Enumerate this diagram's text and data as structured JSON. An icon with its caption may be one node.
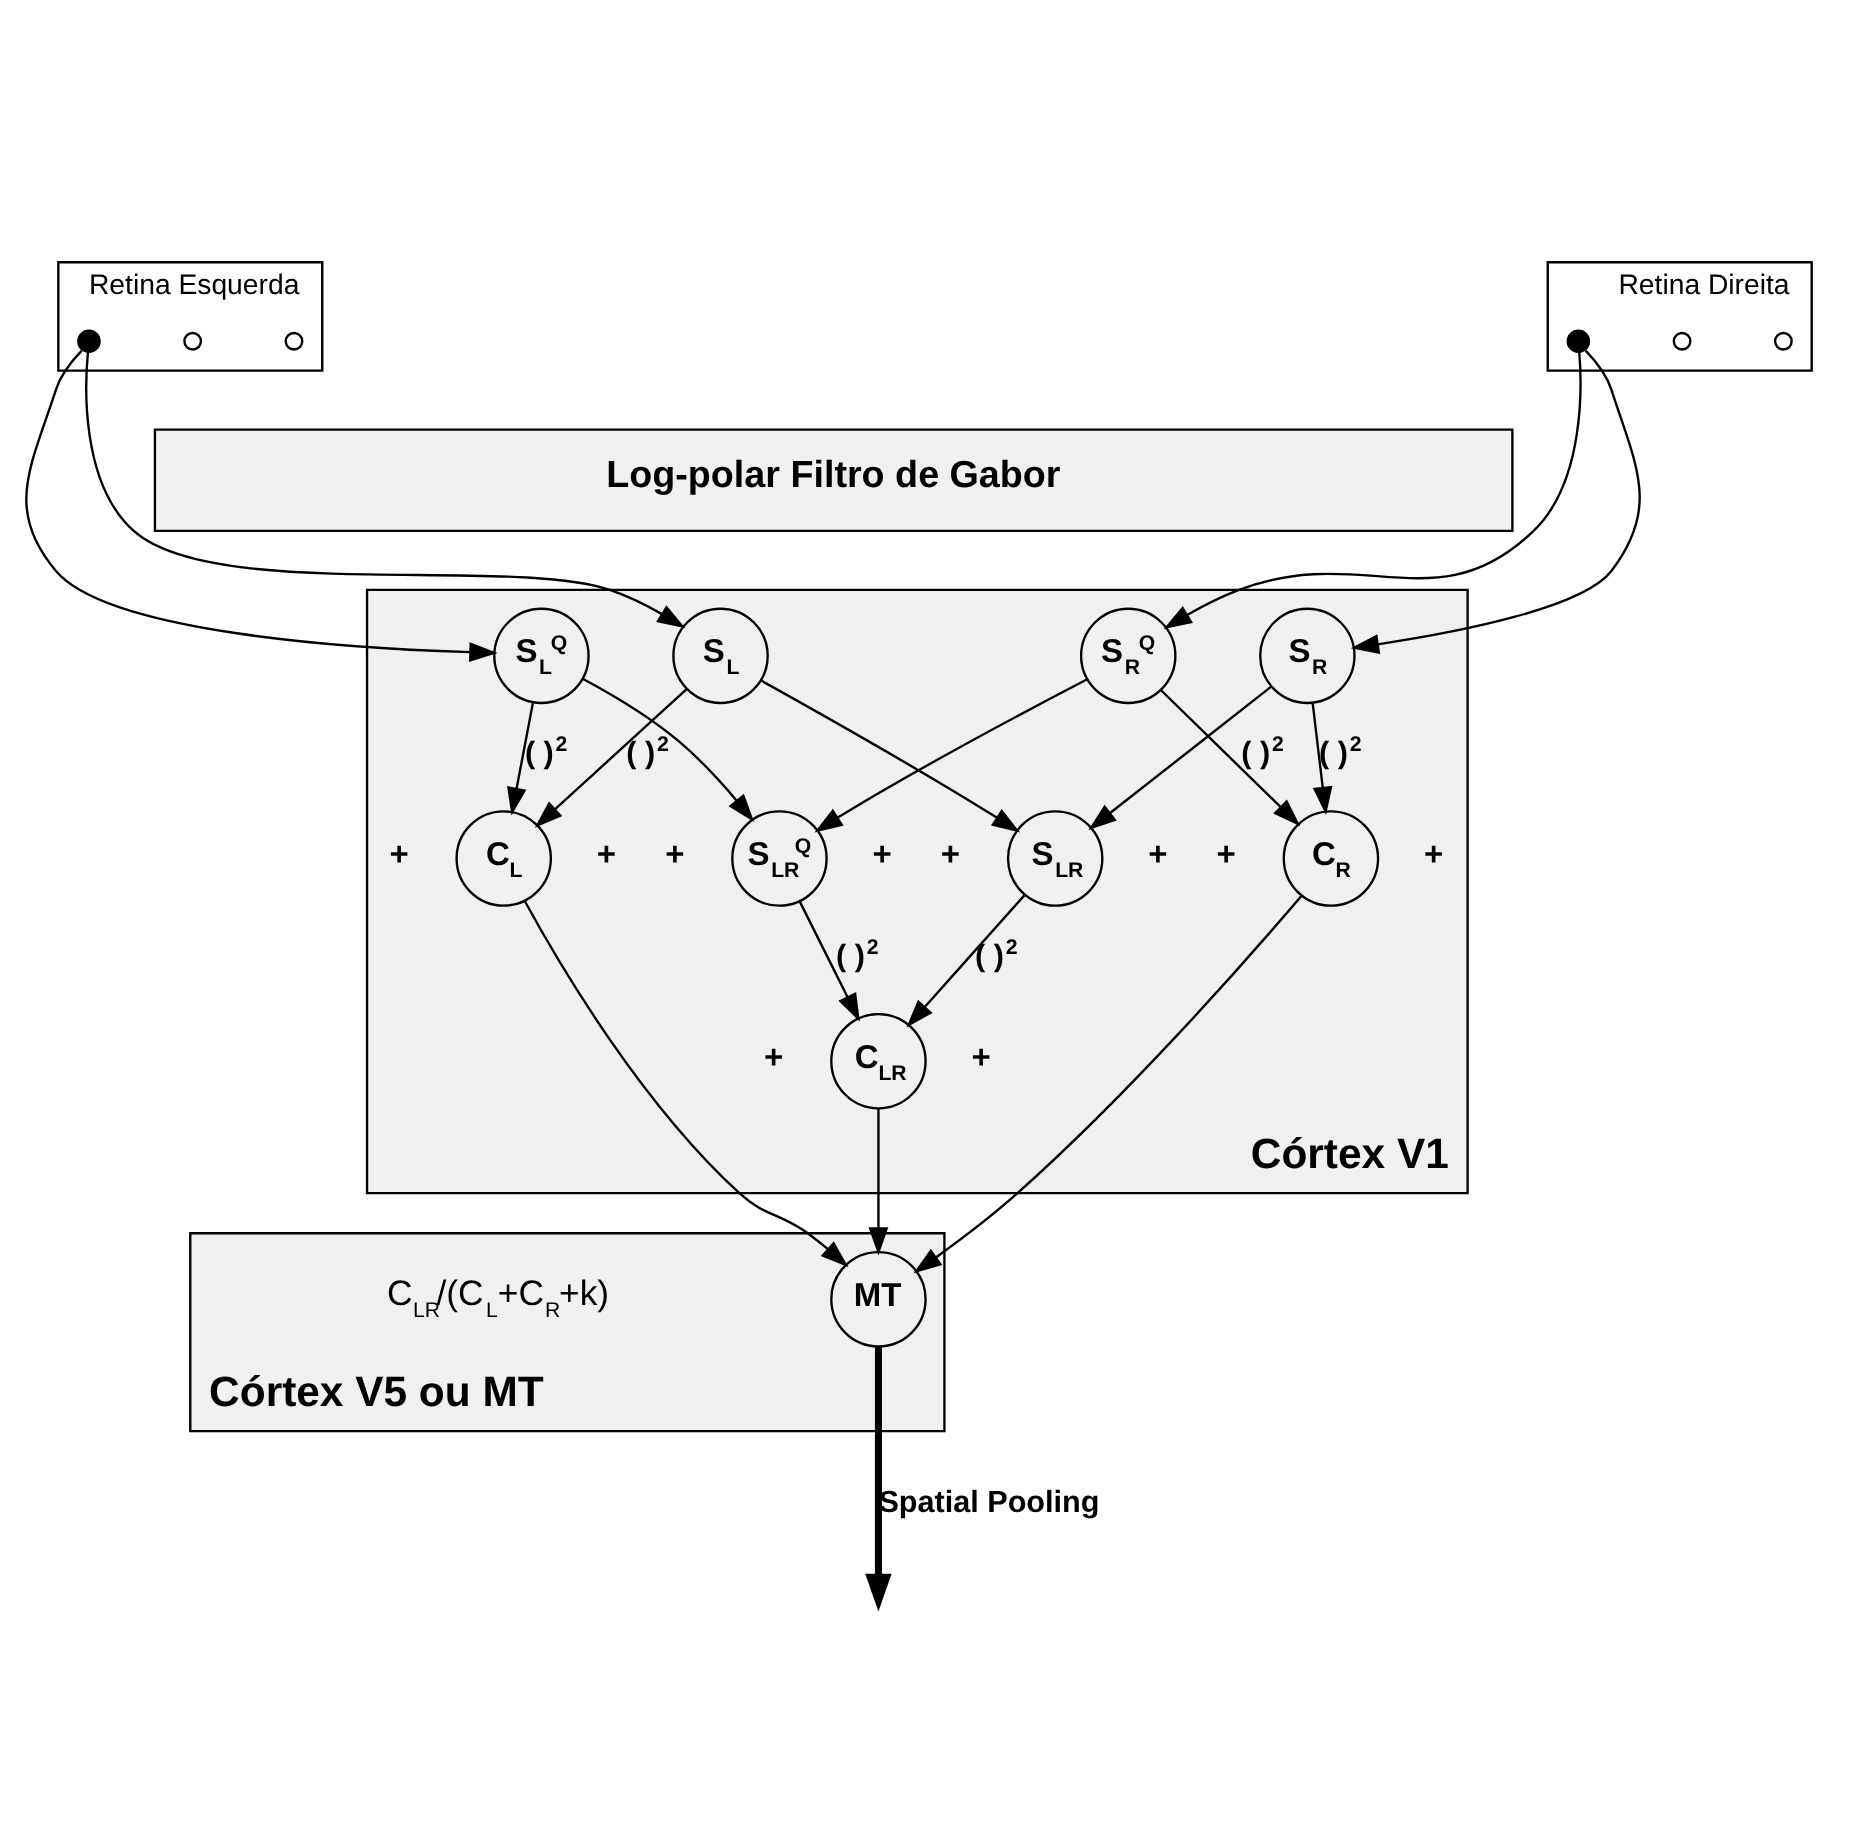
{
  "diagram": {
    "nodes": [
      {
        "text": [
          "Retina Esquerda"
        ]
      },
      {
        "text": [],
        "shape": "circle",
        "in": 0
      },
      {
        "text": [],
        "shape": "circle",
        "in": 0
      },
      {
        "text": [],
        "shape": "circle",
        "in": 0
      },
      {
        "text": [
          "Retina Direita"
        ]
      },
      {
        "text": [],
        "shape": "circle",
        "in": 4
      },
      {
        "text": [],
        "shape": "circle",
        "in": 4
      },
      {
        "text": [],
        "shape": "circle",
        "in": 4
      },
      {
        "text": [
          "Log-polar Filtro de Gabor"
        ]
      },
      {
        "text": [
          "Córtex V1"
        ]
      },
      {
        "text": [
          "S$_{L}$"
        ],
        "in": 9
      },
      {
        "text": [
          "S$_{L}$$^{Q}$"
        ],
        "in": 9
      },
      {
        "text": [
          "S$_{R}$"
        ],
        "in": 9
      },
      {
        "text": [
          "S$_{R}$$^{Q}$"
        ],
        "in": 9
      },
      {
        "text": [
          "S$_{LR}$"
        ],
        "in": 9
      },
      {
        "text": [
          "S$_{LR}$$^{Q}$"
        ],
        "in": 9
      },
      {
        "text": [
          "C$_{L}$"
        ],
        "in": 9
      },
      {
        "text": [
          "C$_{LR}$"
        ],
        "in": 9
      },
      {
        "text": [
          "C$_{R}$"
        ],
        "in": 9
      },
      {
        "text": [
          "Córtex V5 ou MT"
        ]
      },
      {
        "text": [
          "MT"
        ],
        "in": 19
      }
    ],
    "edges": [
      {
        "from": 1,
        "to": 10,
        "arrow": "to"
      },
      {
        "from": 1,
        "to": 11,
        "arrow": "to"
      },
      {
        "from": 5,
        "to": 12,
        "arrow": "to"
      },
      {
        "from": 5,
        "to": 13,
        "arrow": "to"
      },
      {
        "from": 10,
        "to": 16,
        "arrow": "to",
        "label": "( )$^{2}$"
      },
      {
        "from": 10,
        "to": 14,
        "arrow": "to"
      },
      {
        "from": 11,
        "to": 16,
        "arrow": "to",
        "label": "( )$^{2}$"
      },
      {
        "from": 11,
        "to": 15,
        "arrow": "to"
      },
      {
        "from": 12,
        "to": 14,
        "arrow": "to"
      },
      {
        "from": 12,
        "to": 18,
        "arrow": "to",
        "label": "( )$^{2}$"
      },
      {
        "from": 13,
        "to": 15,
        "arrow": "to"
      },
      {
        "from": 13,
        "to": 18,
        "arrow": "to",
        "label": "( )$^{2}$"
      },
      {
        "from": 14,
        "to": 17,
        "arrow": "to",
        "label": "( )$^{2}$"
      },
      {
        "from": 15,
        "to": 17,
        "arrow": "to",
        "label": "( )$^{2}$"
      },
      {
        "from": 16,
        "to": 20,
        "arrow": "to"
      },
      {
        "from": 17,
        "to": 20,
        "arrow": "to"
      },
      {
        "from": 18,
        "to": 20,
        "arrow": "to"
      },
      {
        "from": 20,
        "to": null,
        "arrow": "to",
        "label": "Spatial Pooling",
        "style": "thick"
      }
    ],
    "labels": [
      "+",
      "+",
      "+",
      "+",
      "+",
      "+",
      "+",
      "+",
      "+",
      "+",
      "C$_{LR}$/(C$_{L}$+C$_{R}$+k)"
    ]
  }
}
